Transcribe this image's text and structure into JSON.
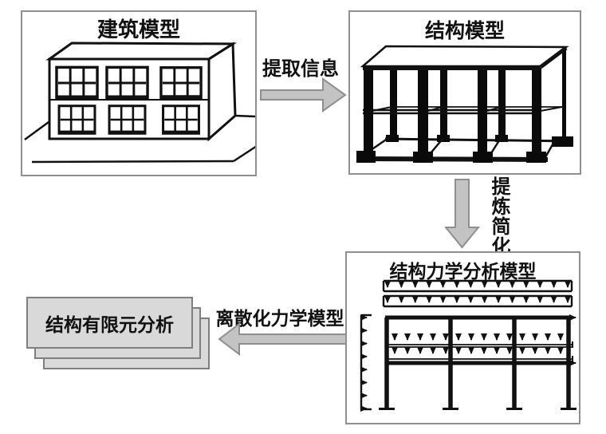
{
  "diagram": {
    "nodes": {
      "building_model": {
        "title": "建筑模型"
      },
      "structural_model": {
        "title": "结构模型"
      },
      "mechanics_model": {
        "title": "结构力学分析模型"
      },
      "fea_stack": {
        "title": "结构有限元分析"
      }
    },
    "arrows": {
      "extract_info": {
        "label": "提取信息",
        "direction": "right"
      },
      "refine_simplify": {
        "label": "提炼简化",
        "direction": "down"
      },
      "discretize": {
        "label": "离散化力学模型",
        "direction": "left"
      }
    },
    "colors": {
      "background": "#ffffff",
      "ink": "#111111",
      "box_border": "#8f8f8f",
      "arrow_fill": "#c3c3c3",
      "arrow_stroke": "#8f8f8f",
      "paper_fill": "#d9d9d9",
      "paper_border": "#7f7f7f"
    }
  }
}
